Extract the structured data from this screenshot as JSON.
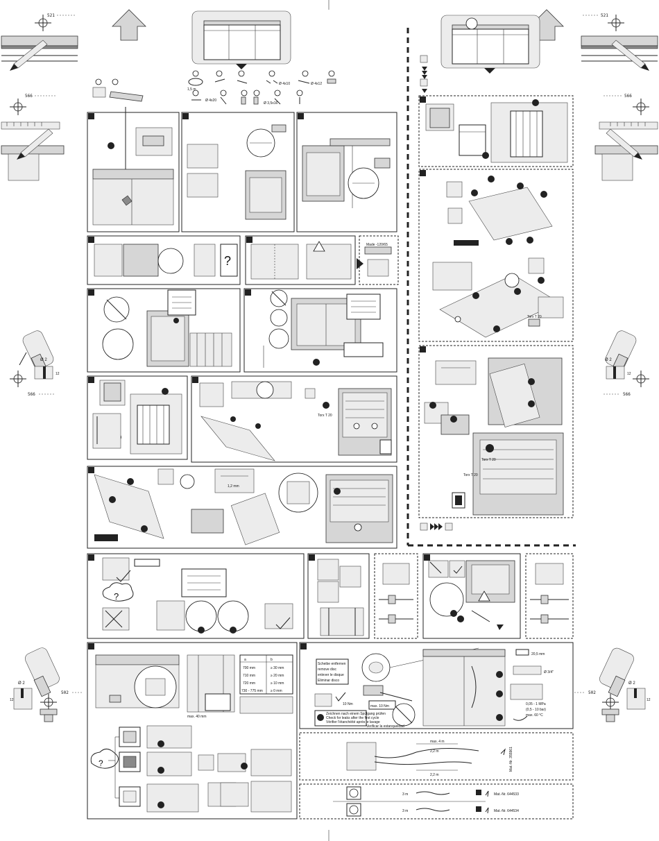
{
  "marks": {
    "top_left_dim": "521",
    "top_right_dim": "521",
    "mid_left_dim": "566",
    "mid_right_dim": "566",
    "drill_left_dim": "566",
    "drill_right_dim": "566",
    "bottom_left_dim": "502",
    "bottom_right_dim": "502",
    "drill_diameter": "Ø 2",
    "drill_depth": "12"
  },
  "parts_row": {
    "hose_len": "1,5 m",
    "screw_a": "Ø 4x10",
    "screw_b": "Ø 4x12",
    "screw_c": "Ø 4x20",
    "screw_d": "Ø 3,5x16"
  },
  "panels": {
    "p4": {
      "strip_label": "Made -120/65"
    },
    "p9": {
      "torx": "Torx T 20"
    },
    "p9b": {
      "torx": "Torx T 20"
    },
    "p10": {
      "gap": "1,2 mm"
    },
    "p12": {
      "rows": [
        {
          "a": "700 mm",
          "b": "≥ 30 mm"
        },
        {
          "a": "710 mm",
          "b": "≥ 20 mm"
        },
        {
          "a": "720 mm",
          "b": "≥ 10 mm"
        },
        {
          "a": "730 - 775 mm",
          "b": "≥ 0 mm"
        }
      ],
      "max_label": "max. 40 mm",
      "col_a": "a",
      "col_b": "b"
    },
    "p13": {
      "disc_lines": [
        "Scheibe entfernen",
        "remove disc",
        "enlever le disque",
        "Eliminar disco"
      ],
      "max_len": "max. 10 Nm",
      "torque": "10 Nm",
      "warning_lines": [
        "Zeichnen nach einem Spülgang prüfen",
        "Check for leaks after the first cycle",
        "Vérifier l'étanchéité après le lavage",
        "Verificar la estanqueidad"
      ],
      "pressure": "0,05 - 1 MPa",
      "pressure_b": "(0,5 - 10 bar)",
      "temp": "max. 60 °C",
      "size_a": "20,5 mm",
      "size_b": "Ø 3/4\""
    },
    "p14": {
      "max_len": "max. 4 m",
      "len1": "2,2 m",
      "len2": "2,2 m",
      "mat": "Mat.-Nr. 355961"
    },
    "p15": {
      "rows": [
        {
          "len": "3 m",
          "mat": "Mat.-Nr. 644533"
        },
        {
          "len": "3 m",
          "mat": "Mat.-Nr. 644534"
        }
      ]
    }
  },
  "colors": {
    "ink": "#111111",
    "panel_gray": "#d6d6d6",
    "background": "#ffffff"
  }
}
